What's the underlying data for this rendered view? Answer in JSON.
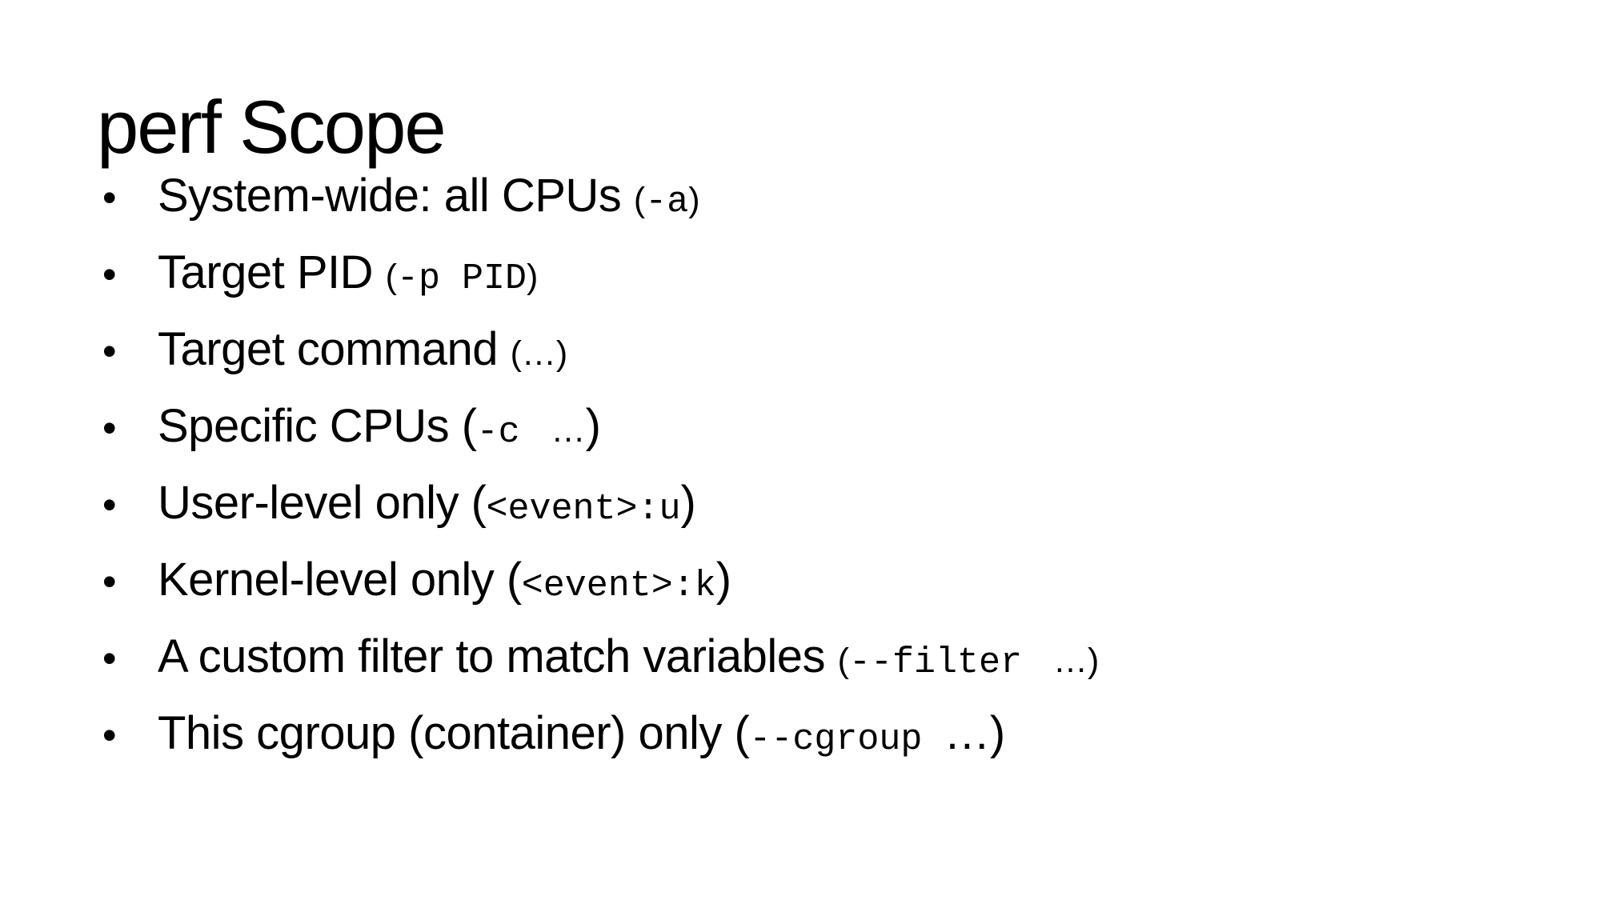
{
  "slide": {
    "title": "perf Scope",
    "bullet_char": "•",
    "colors": {
      "background": "#ffffff",
      "text": "#000000"
    },
    "bullets": [
      {
        "segments": [
          {
            "t": "System-wide: all CPUs ",
            "s": "main"
          },
          {
            "t": "(",
            "s": "small"
          },
          {
            "t": "-a",
            "s": "mono"
          },
          {
            "t": ")",
            "s": "small"
          }
        ]
      },
      {
        "segments": [
          {
            "t": "Target PID ",
            "s": "main"
          },
          {
            "t": "(",
            "s": "small"
          },
          {
            "t": "-p PID",
            "s": "mono"
          },
          {
            "t": ")",
            "s": "small"
          }
        ]
      },
      {
        "segments": [
          {
            "t": "Target command ",
            "s": "main"
          },
          {
            "t": "(…)",
            "s": "small"
          }
        ]
      },
      {
        "segments": [
          {
            "t": "Specific CPUs (",
            "s": "main"
          },
          {
            "t": "-c ",
            "s": "mono"
          },
          {
            "t": " …",
            "s": "small"
          },
          {
            "t": ")",
            "s": "main"
          }
        ]
      },
      {
        "segments": [
          {
            "t": "User-level only (",
            "s": "main"
          },
          {
            "t": "<event>:u",
            "s": "mono"
          },
          {
            "t": ")",
            "s": "main"
          }
        ]
      },
      {
        "segments": [
          {
            "t": "Kernel-level only (",
            "s": "main"
          },
          {
            "t": "<event>:k",
            "s": "mono"
          },
          {
            "t": ")",
            "s": "main"
          }
        ]
      },
      {
        "segments": [
          {
            "t": "A custom filter to match variables ",
            "s": "main"
          },
          {
            "t": "(",
            "s": "small"
          },
          {
            "t": "--filter ",
            "s": "mono"
          },
          {
            "t": " …)",
            "s": "small"
          }
        ]
      },
      {
        "segments": [
          {
            "t": "This cgroup (container) only (",
            "s": "main"
          },
          {
            "t": "--cgroup ",
            "s": "mono"
          },
          {
            "t": "…)",
            "s": "main"
          }
        ]
      }
    ]
  }
}
